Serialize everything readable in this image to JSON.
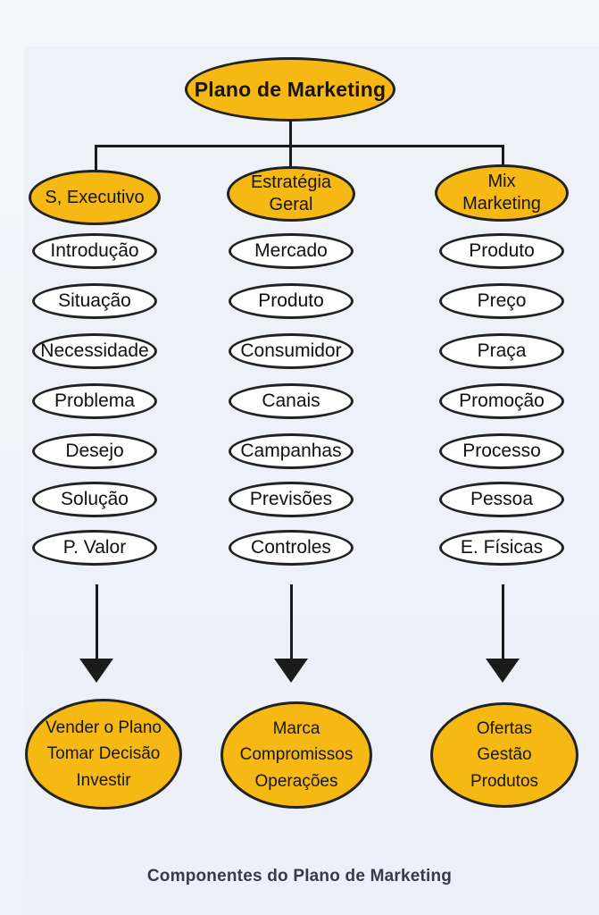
{
  "title": "Plano de Marketing",
  "caption": "Componentes do Plano de Marketing",
  "colors": {
    "node_yellow": "#F6B913",
    "node_border": "#222222",
    "white_fill": "#FEFEFE",
    "line": "#1B1B1B",
    "caption_text": "#353C49"
  },
  "columns": [
    {
      "header": "S, Executivo",
      "items": [
        "Introdução",
        "Situação",
        "Necessidade",
        "Problema",
        "Desejo",
        "Solução",
        "P. Valor"
      ],
      "outcome": [
        "Vender o Plano",
        "Tomar Decisão",
        "Investir"
      ]
    },
    {
      "header": "Estratégia Geral",
      "items": [
        "Mercado",
        "Produto",
        "Consumidor",
        "Canais",
        "Campanhas",
        "Previsões",
        "Controles"
      ],
      "outcome": [
        "Marca",
        "Compromissos",
        "Operações"
      ]
    },
    {
      "header": "Mix Marketing",
      "items": [
        "Produto",
        "Preço",
        "Praça",
        "Promoção",
        "Processo",
        "Pessoa",
        "E. Físicas"
      ],
      "outcome": [
        "Ofertas",
        "Gestão",
        "Produtos"
      ]
    }
  ]
}
